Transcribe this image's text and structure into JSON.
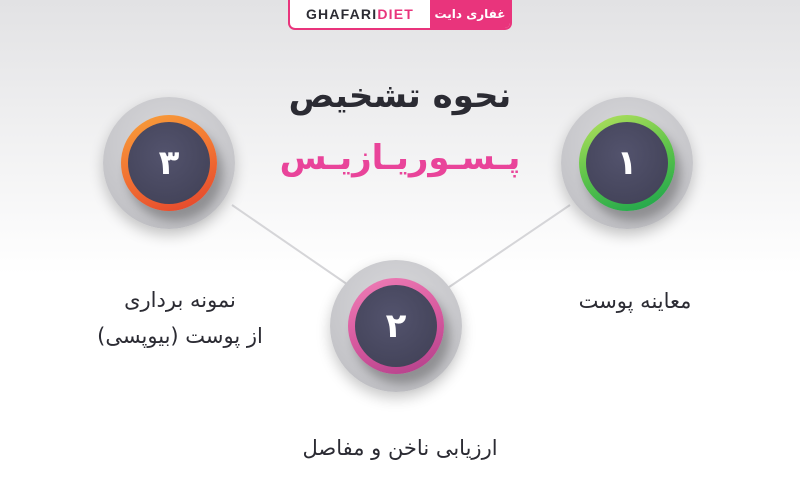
{
  "brand": {
    "name_fa": "غفاری دایت",
    "name_en_part1": "GHAFARI",
    "name_en_part2": "DIET"
  },
  "title": {
    "line1": "نحوه تشخیص",
    "line2": "پـسـوریـازیـس"
  },
  "steps": [
    {
      "number": "۱",
      "label_line1": "معاینه پوست",
      "label_line2": ""
    },
    {
      "number": "۲",
      "label_line1": "ارزیابی ناخن و مفاصل",
      "label_line2": ""
    },
    {
      "number": "۳",
      "label_line1": "نمونه برداری",
      "label_line2": "از پوست (بیوپسی)"
    }
  ],
  "colors": {
    "brand": "#e9347c",
    "title": "#2b2b33",
    "subtitle": "#e9449a",
    "step1_ring": "#5cc34a",
    "step2_ring": "#d85a9f",
    "step3_ring": "#f27232",
    "disc_fill": "#434359"
  }
}
